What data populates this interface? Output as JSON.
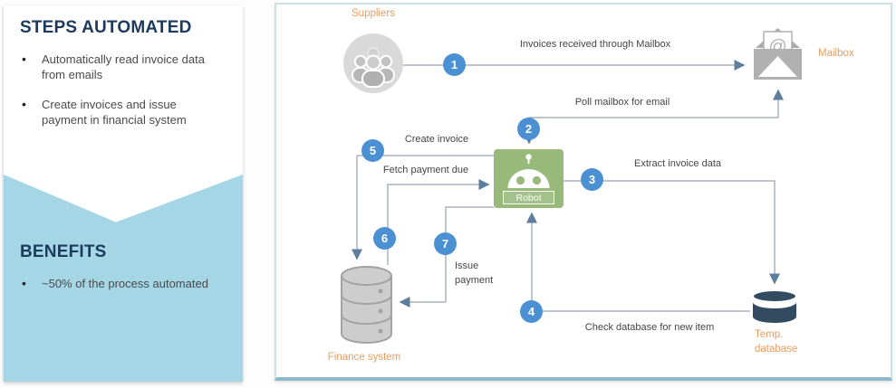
{
  "left_panel": {
    "steps": {
      "title": "STEPS AUTOMATED",
      "items": [
        "Automatically read invoice data from emails",
        "Create invoices and issue payment in financial system"
      ]
    },
    "benefits": {
      "title": "BENEFITS",
      "items": [
        "~50% of the process automated"
      ]
    }
  },
  "diagram": {
    "nodes": {
      "suppliers": {
        "label": "Suppliers"
      },
      "mailbox": {
        "label": "Mailbox"
      },
      "robot": {
        "label": "Robot"
      },
      "finance": {
        "label": "Finance system"
      },
      "tempdb": {
        "label_line1": "Temp.",
        "label_line2": "database"
      }
    },
    "steps": [
      {
        "num": "1",
        "label": "Invoices received through Mailbox"
      },
      {
        "num": "2",
        "label": "Poll mailbox for email"
      },
      {
        "num": "3",
        "label": "Extract invoice data"
      },
      {
        "num": "4",
        "label": "Check database for new item"
      },
      {
        "num": "5",
        "label": "Create invoice"
      },
      {
        "num": "6",
        "label": "Fetch payment due"
      },
      {
        "num": "7",
        "label": "Issue payment"
      }
    ]
  },
  "colors": {
    "accent-orange": "#EC9C61",
    "badge-blue": "#4A90D2",
    "robot-green": "#97B97A",
    "panel-blue": "#A5D6E6",
    "heading-navy": "#1B3A5C",
    "line-gray": "#A9B2BC",
    "arrow-slate": "#5E7E9E",
    "db-navy": "#334B61",
    "icon-gray": "#B1B1B1"
  }
}
